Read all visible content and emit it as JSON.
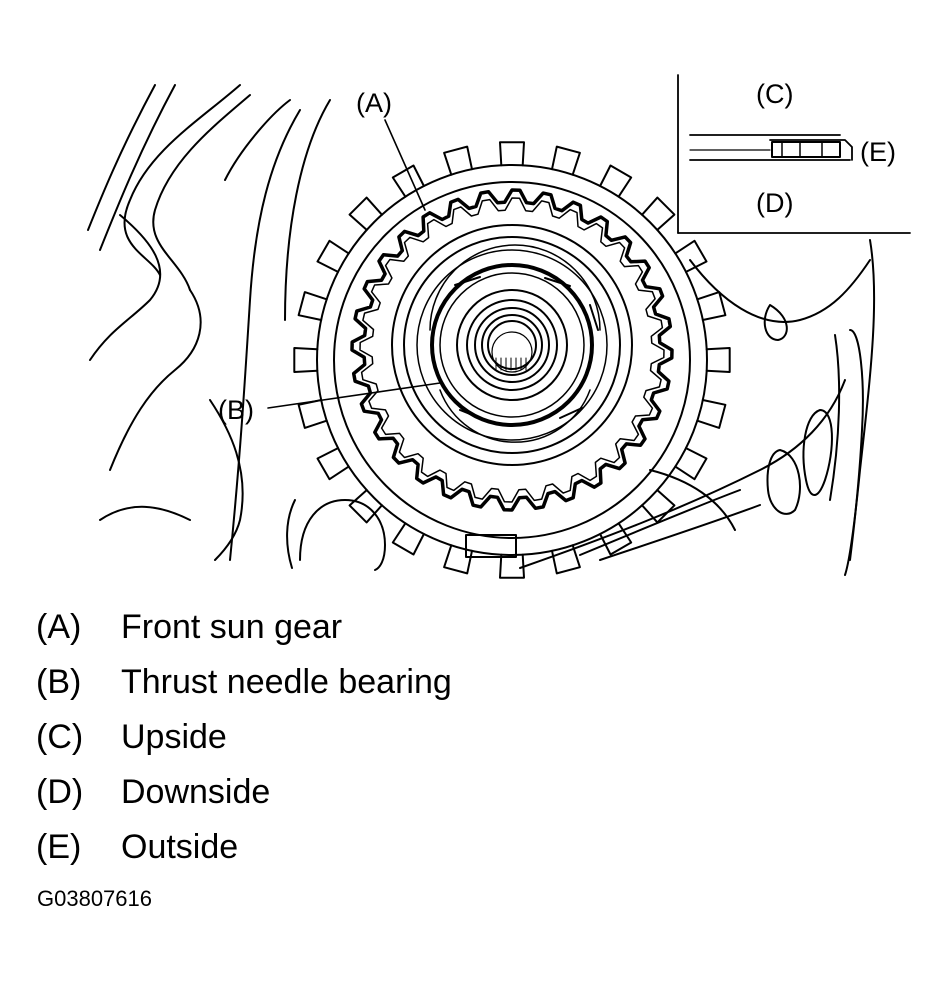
{
  "callouts": {
    "a": "(A)",
    "b": "(B)",
    "c": "(C)",
    "d": "(D)",
    "e": "(E)"
  },
  "legend": [
    {
      "key": "(A)",
      "text": "Front sun gear"
    },
    {
      "key": "(B)",
      "text": "Thrust needle bearing"
    },
    {
      "key": "(C)",
      "text": "Upside"
    },
    {
      "key": "(D)",
      "text": "Downside"
    },
    {
      "key": "(E)",
      "text": "Outside"
    }
  ],
  "figure_id": "G03807616",
  "colors": {
    "ink": "#000000",
    "paper": "#ffffff"
  }
}
